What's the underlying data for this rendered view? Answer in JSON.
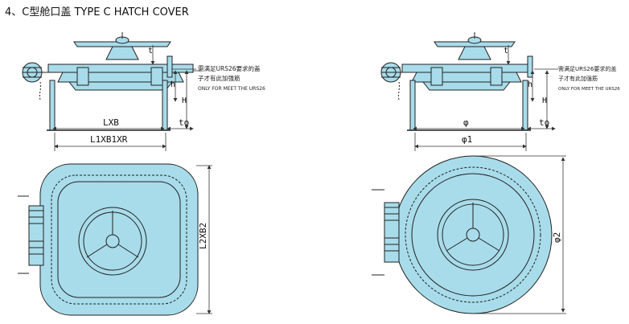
{
  "title": "4、C型舱口盖   TYPE C HATCH COVER",
  "square": {
    "dims": {
      "width": "LXB",
      "overall": "L1XB1XR",
      "height_small": "h",
      "height_total": "H",
      "top": "t",
      "to": "to",
      "plan": "L2XB2"
    },
    "notes": [
      "需满足URS26要求的盖",
      "子才有此加强筋",
      "ONLY FOR MEET THE URS26"
    ]
  },
  "round": {
    "dims": {
      "width": "φ",
      "overall": "φ1",
      "height_small": "h",
      "height_total": "H",
      "top": "t",
      "to": "to",
      "plan": "φ2"
    },
    "notes": [
      "需满足URS26要求的盖",
      "子才有此加强筋",
      "ONLY FOR MEET THE URS26"
    ]
  },
  "colors": {
    "fill": "#a8dcea",
    "line": "#222222",
    "dim": "#333333"
  }
}
